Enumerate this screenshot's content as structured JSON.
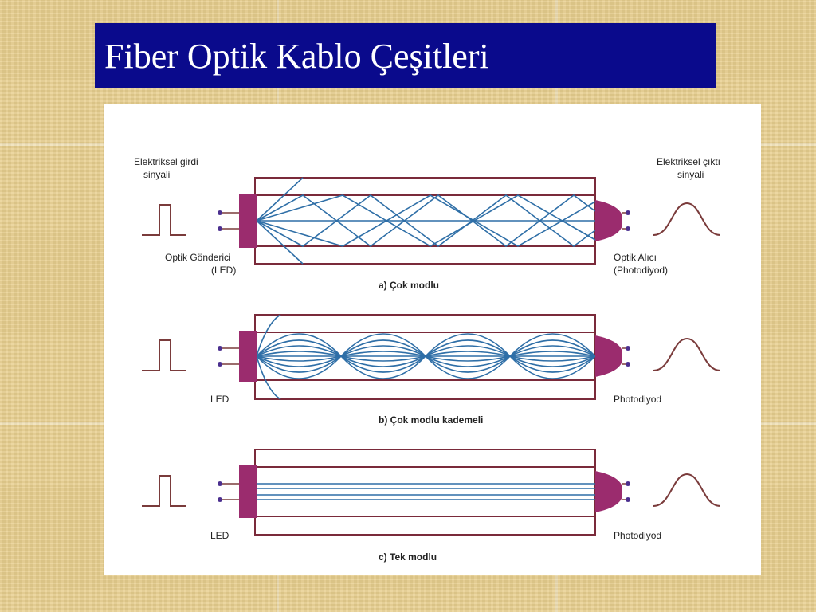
{
  "slide": {
    "title": "Fiber Optik Kablo Çeşitleri"
  },
  "diagram": {
    "input_signal_label": [
      "Elektriksel girdi",
      "sinyali"
    ],
    "output_signal_label": [
      "Elektriksel çıktı",
      "sinyali"
    ],
    "rows": [
      {
        "transmitter_label": [
          "Optik Gönderici",
          "(LED)"
        ],
        "receiver_label": [
          "Optik Alıcı",
          "(Photodiyod)"
        ],
        "caption": "a) Çok modlu"
      },
      {
        "transmitter_label": [
          "LED"
        ],
        "receiver_label": [
          "Photodiyod"
        ],
        "caption": "b) Çok modlu kademeli"
      },
      {
        "transmitter_label": [
          "LED"
        ],
        "receiver_label": [
          "Photodiyod"
        ],
        "caption": "c) Tek modlu"
      }
    ]
  },
  "colors": {
    "title_bg": "#0a0a8c",
    "cable_outline": "#7a2a3a",
    "emitter": "#9b2c6e",
    "ray": "#2f6fa7",
    "signal": "#7a3b3b",
    "terminal": "#4b2f8f"
  }
}
